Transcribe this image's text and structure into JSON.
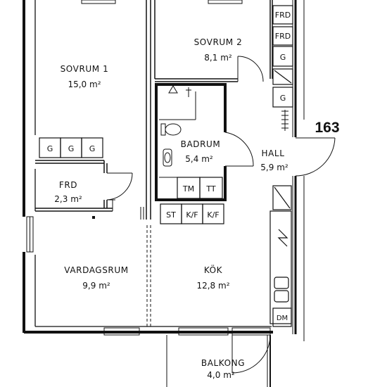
{
  "unit_number": "163",
  "rooms": {
    "sovrum1": {
      "name": "SOVRUM 1",
      "area": "15,0 m²"
    },
    "sovrum2": {
      "name": "SOVRUM 2",
      "area": "8,1 m²"
    },
    "badrum": {
      "name": "BADRUM",
      "area": "5,4 m²"
    },
    "hall": {
      "name": "HALL",
      "area": "5,9 m²"
    },
    "frd": {
      "name": "FRD",
      "area": "2,3 m²"
    },
    "vardagsrum": {
      "name": "VARDAGSRUM",
      "area": "9,9 m²"
    },
    "kok": {
      "name": "KÖK",
      "area": "12,8 m²"
    },
    "balkong": {
      "name": "BALKONG",
      "area": "4,0 m²"
    }
  },
  "fixtures": {
    "wardrobe_label": "G",
    "frd_label": "FRD",
    "tm": "TM",
    "tt": "TT",
    "st": "ST",
    "kf": "K/F",
    "dm": "DM"
  },
  "colors": {
    "line": "#111111",
    "background": "#ffffff"
  }
}
